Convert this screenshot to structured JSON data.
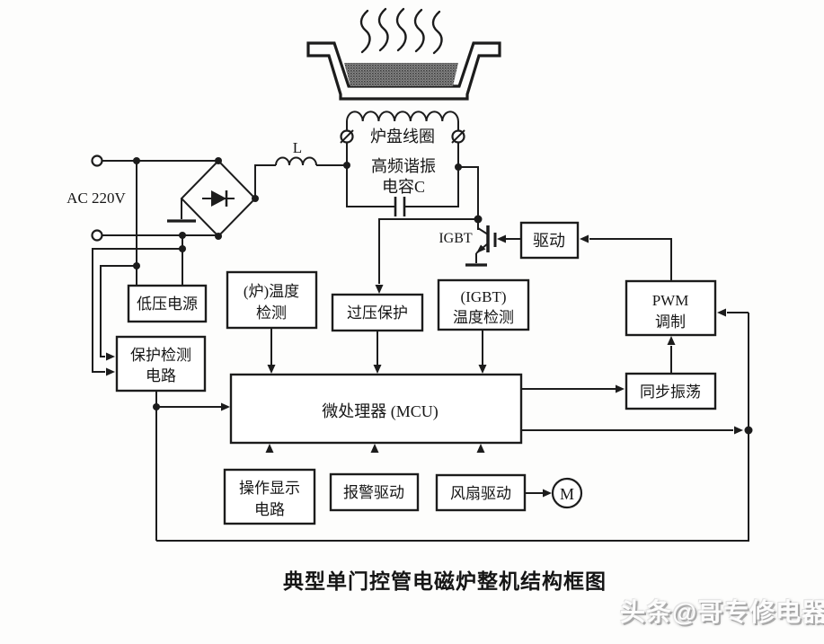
{
  "colors": {
    "ink": "#1c1c1c",
    "paper": "#fdfdfc",
    "text": "#161616",
    "watermark_shadow": "#a9a9a9"
  },
  "labels": {
    "ac_input": "AC 220V",
    "inductor": "L",
    "igbt": "IGBT",
    "motor": "M"
  },
  "tank": {
    "coil": "炉盘线圈",
    "cap_line1": "高频谐振",
    "cap_line2": "电容C"
  },
  "blocks": {
    "low_voltage": "低压电源",
    "protect_line1": "保护检测",
    "protect_line2": "电路",
    "stove_temp_line1": "(炉)温度",
    "stove_temp_line2": "检测",
    "overvoltage": "过压保护",
    "igbt_temp_line1": "(IGBT)",
    "igbt_temp_line2": "温度检测",
    "drive": "驱动",
    "pwm_line1": "PWM",
    "pwm_line2": "调制",
    "sync_osc": "同步振荡",
    "mcu": "微处理器 (MCU)",
    "display_line1": "操作显示",
    "display_line2": "电路",
    "alarm": "报警驱动",
    "fan": "风扇驱动"
  },
  "caption": "典型单门控管电磁炉整机结构框图",
  "watermark": "头条@哥专修电器"
}
